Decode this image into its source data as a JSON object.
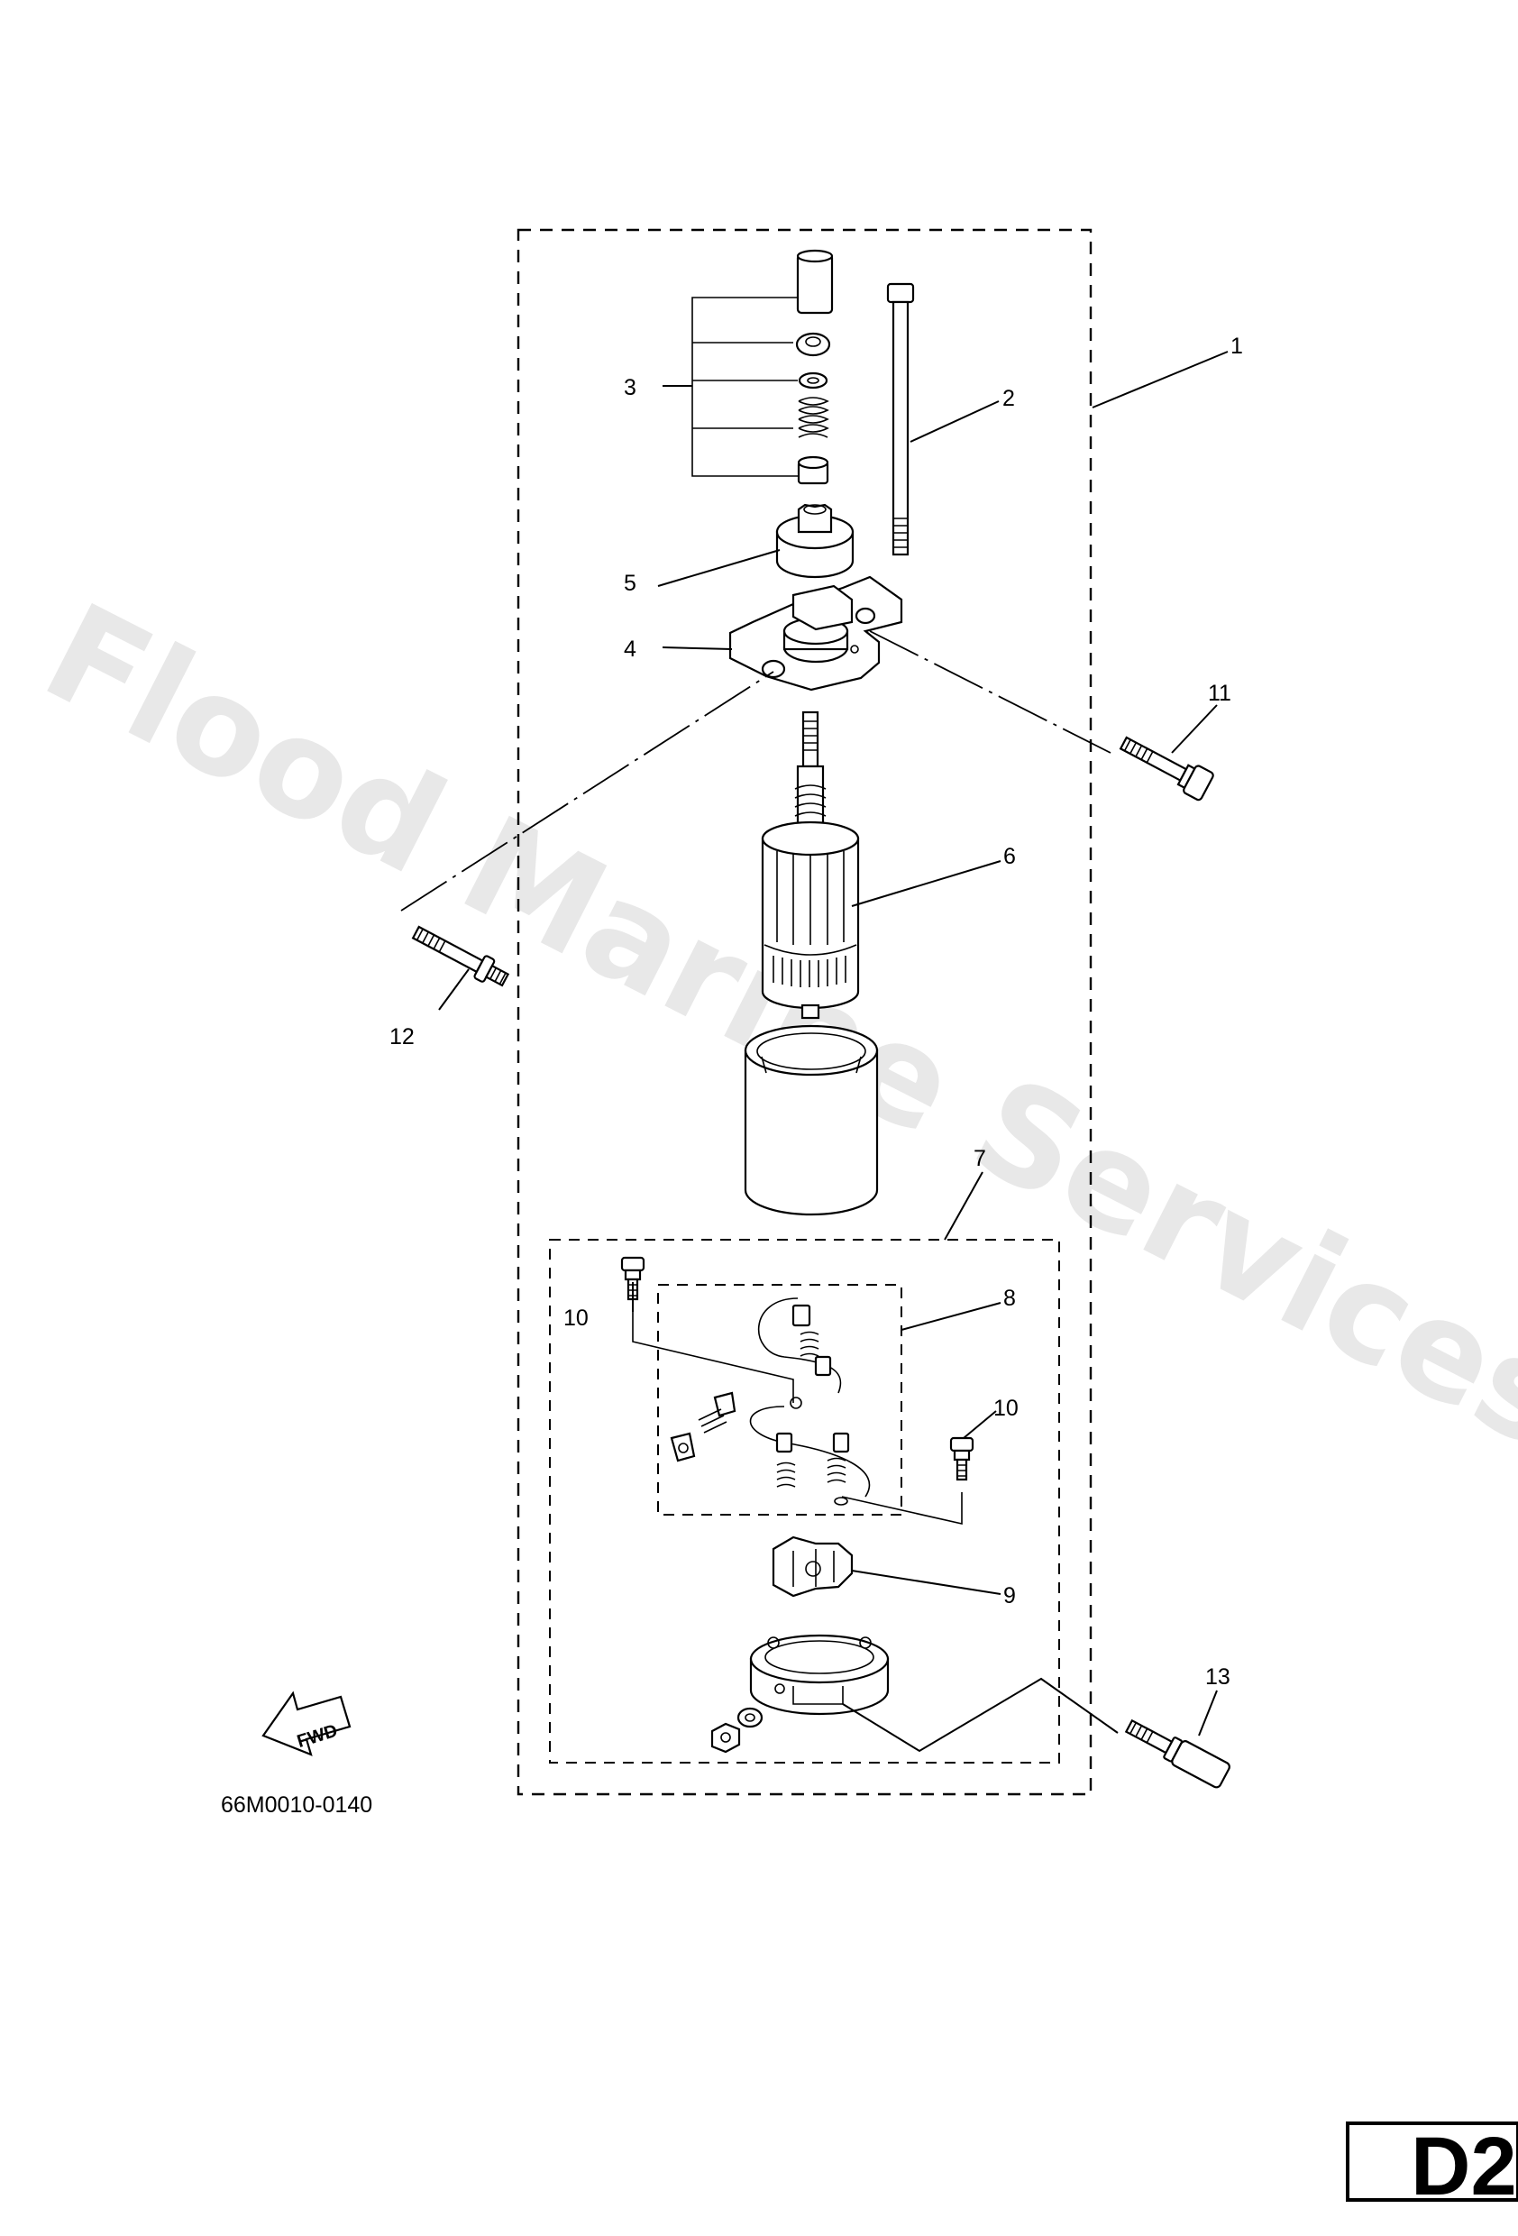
{
  "diagram": {
    "watermark": "Flood Marine Services",
    "drawing_code": "66M0010-0140",
    "page_tag": "D2",
    "fwd_label": "FWD",
    "callouts": {
      "c1": "1",
      "c2": "2",
      "c3": "3",
      "c4": "4",
      "c5": "5",
      "c6": "6",
      "c7": "7",
      "c8": "8",
      "c9": "9",
      "c10a": "10",
      "c10b": "10",
      "c11": "11",
      "c12": "12",
      "c13": "13"
    }
  }
}
